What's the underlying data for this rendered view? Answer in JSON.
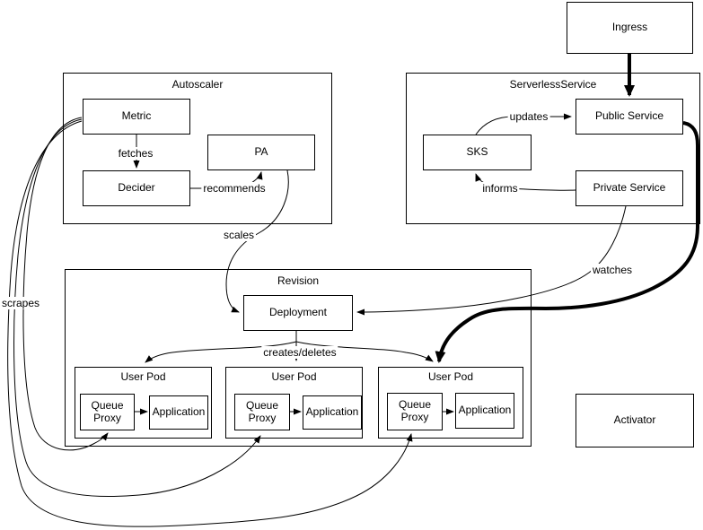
{
  "nodes": {
    "ingress": {
      "label": "Ingress"
    },
    "activator": {
      "label": "Activator"
    },
    "autoscaler": {
      "title": "Autoscaler",
      "metric": "Metric",
      "decider": "Decider",
      "pa": "PA"
    },
    "serverless_service": {
      "title": "ServerlessService",
      "sks": "SKS",
      "public_service": "Public Service",
      "private_service": "Private Service"
    },
    "revision": {
      "title": "Revision",
      "deployment": "Deployment",
      "pods": [
        {
          "title": "User Pod",
          "queue_proxy": "Queue Proxy",
          "application": "Application"
        },
        {
          "title": "User Pod",
          "queue_proxy": "Queue Proxy",
          "application": "Application"
        },
        {
          "title": "User Pod",
          "queue_proxy": "Queue Proxy",
          "application": "Application"
        }
      ]
    }
  },
  "edge_labels": {
    "fetches": "fetches",
    "recommends": "recommends",
    "scales": "scales",
    "scrapes": "scrapes",
    "updates": "updates",
    "informs": "informs",
    "watches": "watches",
    "creates_deletes": "creates/deletes"
  },
  "colors": {
    "line": "#000000",
    "background": "#ffffff",
    "box_fill": "#ffffff"
  }
}
